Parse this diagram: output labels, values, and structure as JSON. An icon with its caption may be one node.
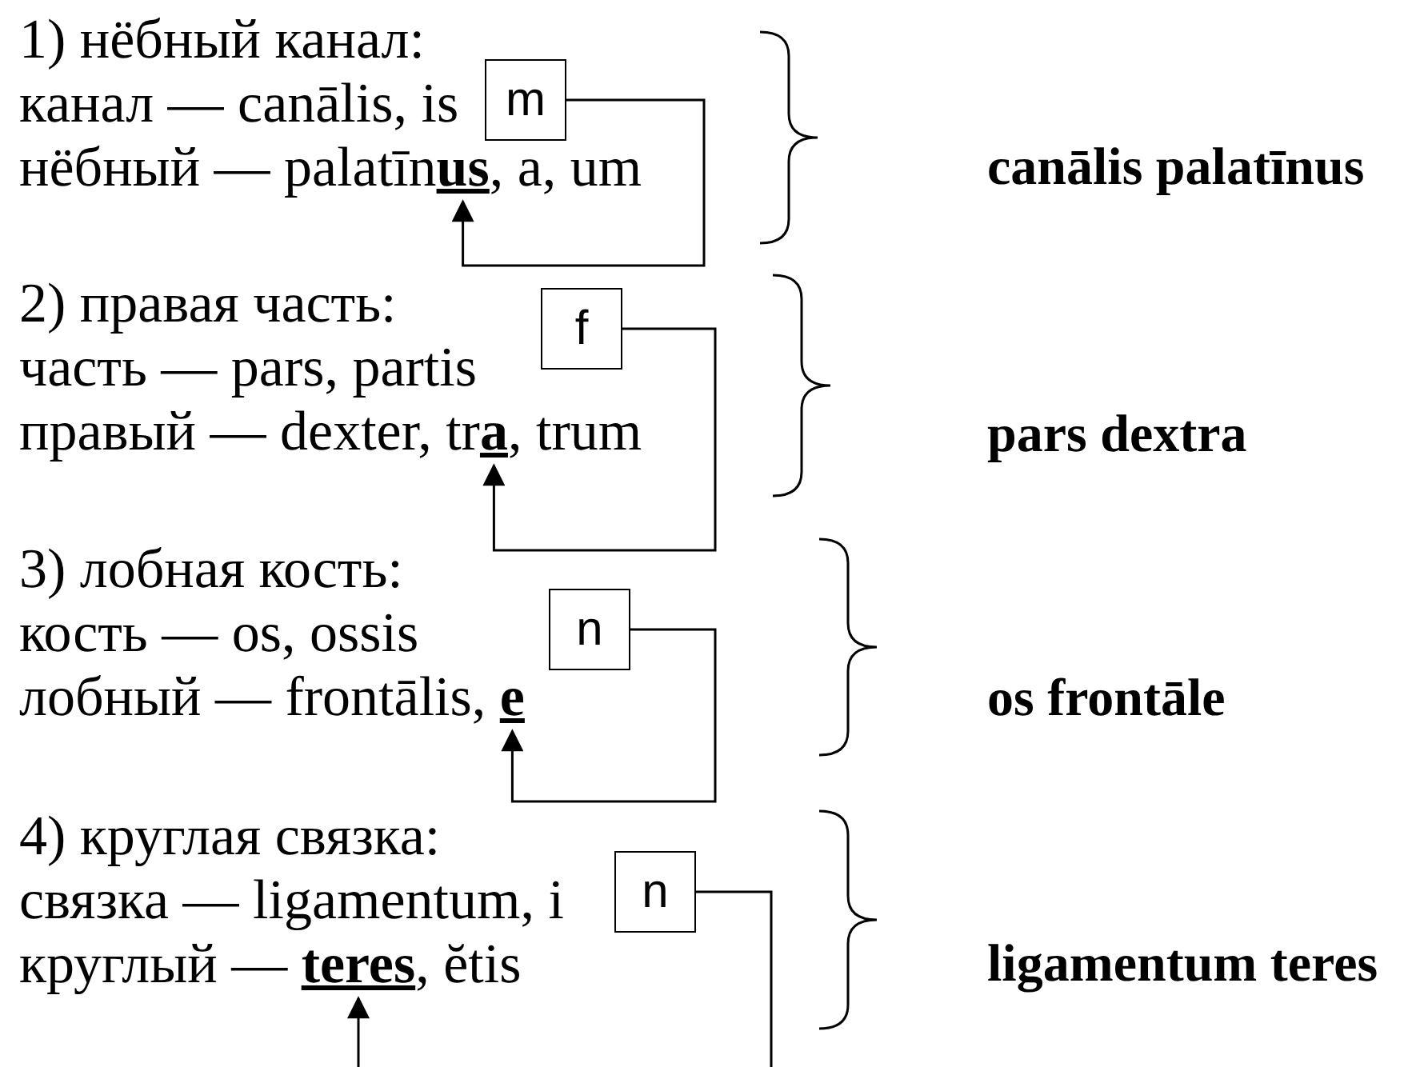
{
  "diagram": {
    "nodes": [
      {
        "text": [
          "m"
        ]
      },
      {
        "text": [
          "нёбный — palatīn**us**, a, um"
        ]
      },
      {
        "text": [
          "f"
        ]
      },
      {
        "text": [
          "правый — dexter, tr**a**, trum"
        ]
      },
      {
        "text": [
          "n"
        ]
      },
      {
        "text": [
          "лобный — frontālis, **e**"
        ]
      },
      {
        "text": [
          "n"
        ]
      },
      {
        "text": [
          "круглый — **teres**, ĕtis"
        ]
      }
    ],
    "edges": [
      {
        "from": 0,
        "to": 1,
        "arrow": "to"
      },
      {
        "from": 2,
        "to": 3,
        "arrow": "to"
      },
      {
        "from": 4,
        "to": 5,
        "arrow": "to"
      },
      {
        "from": 6,
        "to": 7,
        "arrow": "to"
      }
    ],
    "labels": [
      "1) нёбный канал:",
      "канал — canālis, is",
      "canālis palatīnus",
      "2) правая часть:",
      "часть — pars, partis",
      "pars dextra",
      "3) лобная кость:",
      "кость — os, ossis",
      "os frontāle",
      "4) круглая связка:",
      "связка — ligamentum, i",
      "ligamentum teres"
    ]
  }
}
